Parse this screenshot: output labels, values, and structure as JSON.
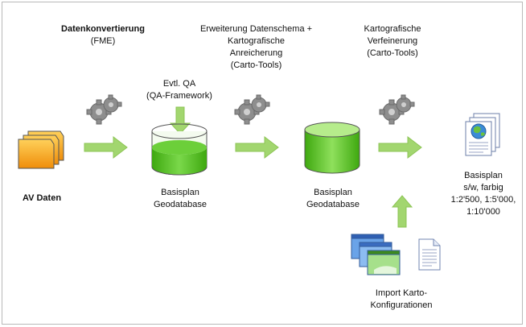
{
  "steps": {
    "datenkonvertierung": {
      "title": "Datenkonvertierung",
      "tool": "(FME)"
    },
    "erweiterung": {
      "title_line1": "Erweiterung Datenschema +",
      "title_line2": "Kartografische",
      "title_line3": "Anreicherung",
      "tool": "(Carto-Tools)"
    },
    "verfeinerung": {
      "title_line1": "Kartografische",
      "title_line2": "Verfeinerung",
      "tool": "(Carto-Tools)"
    },
    "qa": {
      "title": "Evtl. QA",
      "tool": "(QA-Framework)"
    }
  },
  "nodes": {
    "av_daten": "AV Daten",
    "basisplan1_line1": "Basisplan",
    "basisplan1_line2": "Geodatabase",
    "basisplan2_line1": "Basisplan",
    "basisplan2_line2": "Geodatabase",
    "output_line1": "Basisplan",
    "output_line2": "s/w, farbig",
    "output_line3": "1:2'500, 1:5'000,",
    "output_line4": "1:10'000",
    "import_line1": "Import Karto-",
    "import_line2": "Konfigurationen"
  },
  "colors": {
    "arrow": "#9ed36a",
    "cylinder_light": "#c9f0a8",
    "cylinder_dark": "#4cb519",
    "folder": "#f6a517",
    "gear": "#8c8c8c"
  },
  "icons": [
    "folder-stack-icon",
    "gears-icon",
    "cylinder-icon",
    "arrow-right-icon",
    "arrow-down-icon",
    "arrow-up-icon",
    "document-globe-icon",
    "window-stack-icon",
    "document-icon"
  ]
}
